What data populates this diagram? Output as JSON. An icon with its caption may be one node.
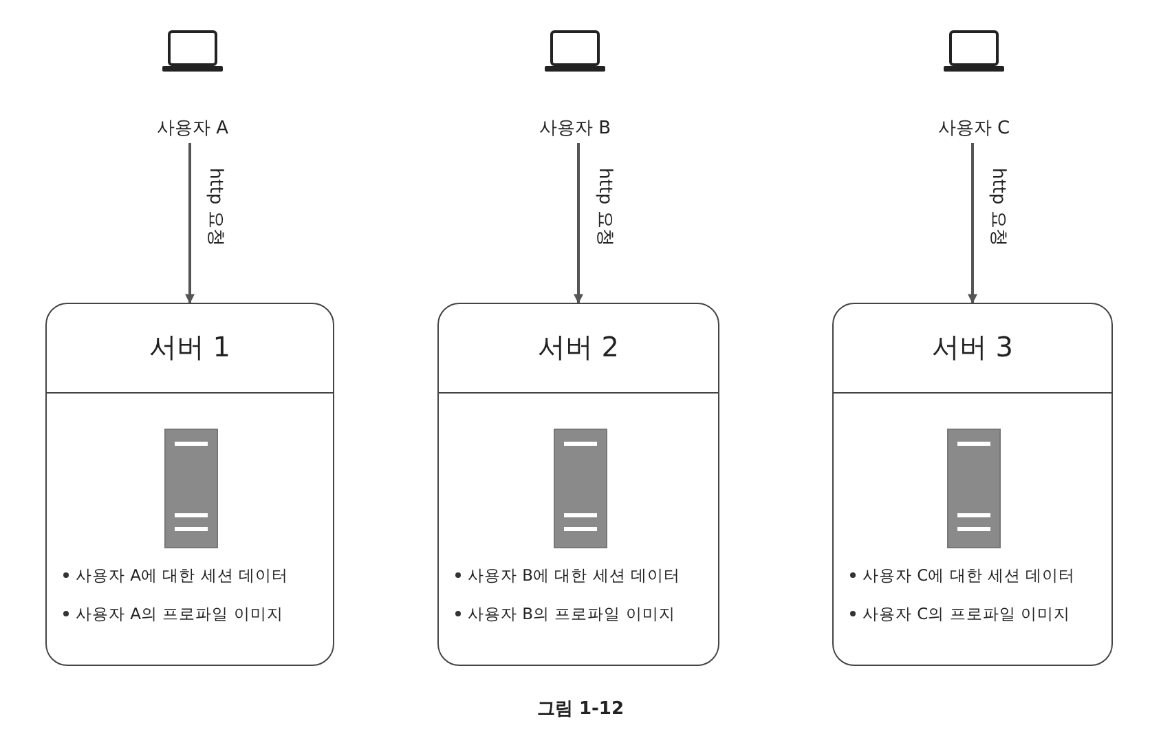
{
  "diagram": {
    "caption": "그림 1-12",
    "nodes": [
      {
        "text": [
          "사용자 A"
        ]
      },
      {
        "text": [
          "사용자 B"
        ]
      },
      {
        "text": [
          "사용자 C"
        ]
      },
      {
        "text": [
          "서버 1",
          "사용자 A에 대한 세션 데이터",
          "사용자 A의 프로파일 이미지"
        ]
      },
      {
        "text": [
          "서버 2",
          "사용자 B에 대한 세션 데이터",
          "사용자 B의 프로파일 이미지"
        ]
      },
      {
        "text": [
          "서버 3",
          "사용자 C에 대한 세션 데이터",
          "사용자 C의 프로파일 이미지"
        ]
      }
    ],
    "edges": [
      {
        "from": 0,
        "to": 3,
        "arrow": "to",
        "label": "http 요청"
      },
      {
        "from": 1,
        "to": 4,
        "arrow": "to",
        "label": "http 요청"
      },
      {
        "from": 2,
        "to": 5,
        "arrow": "to",
        "label": "http 요청"
      }
    ]
  }
}
